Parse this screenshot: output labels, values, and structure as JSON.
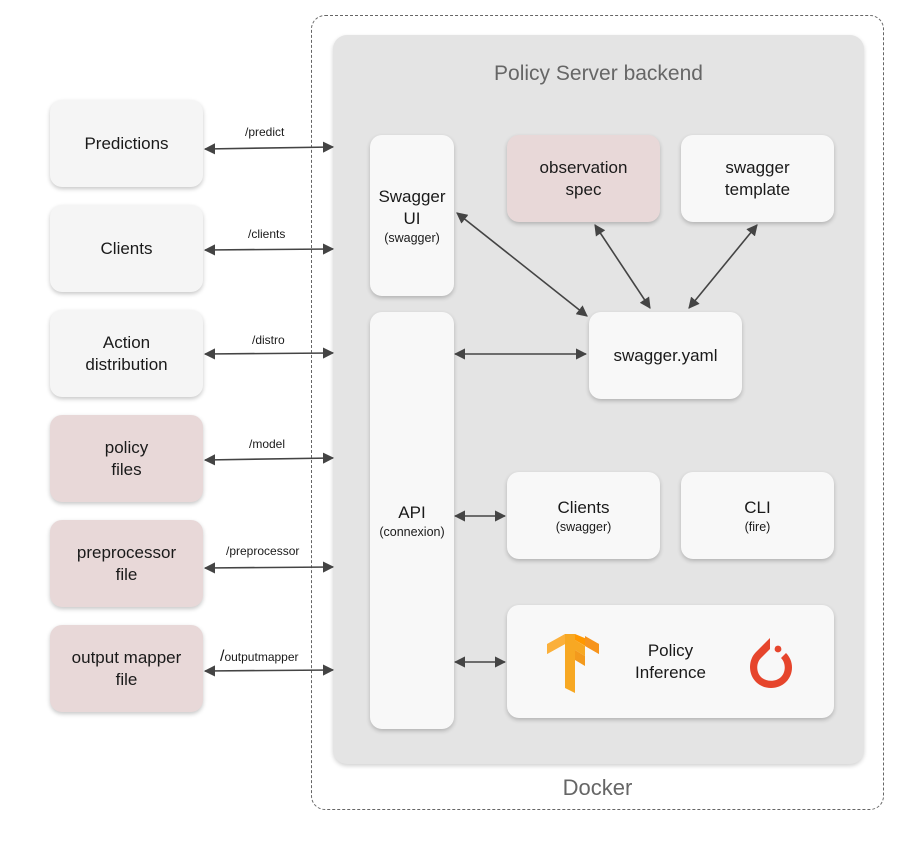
{
  "docker": {
    "label": "Docker"
  },
  "backend": {
    "title": "Policy Server backend"
  },
  "external": [
    {
      "lines": [
        "Predictions"
      ],
      "route": "/predict"
    },
    {
      "lines": [
        "Clients"
      ],
      "route": "/clients"
    },
    {
      "lines": [
        "Action",
        "distribution"
      ],
      "route": "/distro"
    },
    {
      "lines": [
        "policy",
        "files"
      ],
      "route": "/model"
    },
    {
      "lines": [
        "preprocessor",
        "file"
      ],
      "route": "/preprocessor"
    },
    {
      "lines": [
        "output mapper",
        "file"
      ],
      "route_slash": "/",
      "route_text": "outputmapper"
    }
  ],
  "internal": {
    "swagger_ui": {
      "line1": "Swagger",
      "line2": "UI",
      "sub": "(swagger)"
    },
    "observation_spec": {
      "line1": "observation",
      "line2": "spec"
    },
    "swagger_template": {
      "line1": "swagger",
      "line2": "template"
    },
    "swagger_yaml": {
      "label": "swagger.yaml"
    },
    "api": {
      "label": "API",
      "sub": "(connexion)"
    },
    "clients": {
      "label": "Clients",
      "sub": "(swagger)"
    },
    "cli": {
      "label": "CLI",
      "sub": "(fire)"
    },
    "policy_inference": {
      "line1": "Policy",
      "line2": "Inference"
    }
  },
  "colors": {
    "external_white": "#f5f5f5",
    "external_pink": "#e8d8d8",
    "backend_bg": "#e4e4e4",
    "tensorflow": "#f39a1d",
    "pytorch": "#e6452c"
  },
  "icons": [
    "tensorflow-logo-icon",
    "pytorch-logo-icon"
  ]
}
